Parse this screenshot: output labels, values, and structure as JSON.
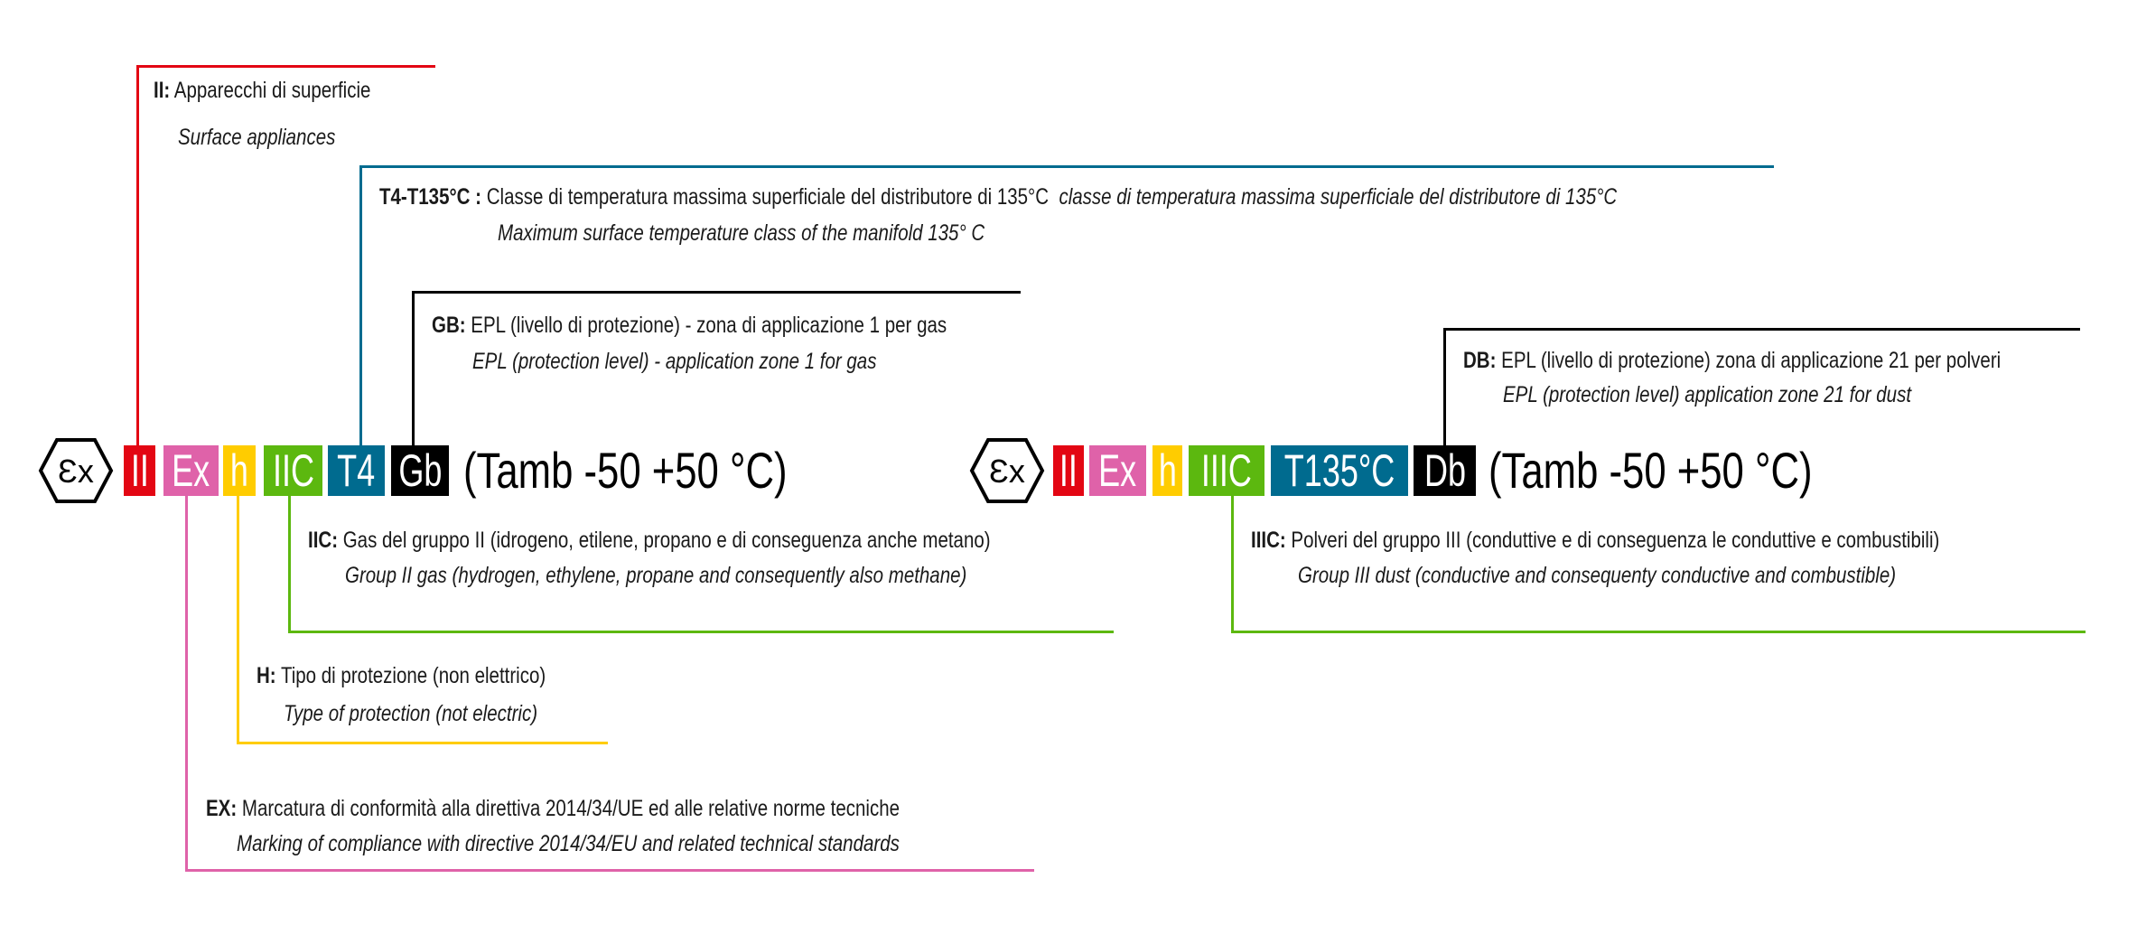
{
  "colors": {
    "red": "#e30613",
    "pink": "#df62a9",
    "yellow": "#ffcc00",
    "green": "#5cb80f",
    "blue": "#006b8f",
    "black": "#000000"
  },
  "marking_gas": {
    "logo": "Ɛx",
    "badges": [
      "II",
      "Ex",
      "h",
      "IIC",
      "T4",
      "Gb"
    ],
    "tamb": "(Tamb -50 +50 °C)"
  },
  "marking_dust": {
    "logo": "Ɛx",
    "badges": [
      "II",
      "Ex",
      "h",
      "IIIC",
      "T135°C",
      "Db"
    ],
    "tamb": "(Tamb -50 +50 °C)"
  },
  "notes": {
    "ii": {
      "key": "II:",
      "it": "Apparecchi di superficie",
      "en": "Surface appliances"
    },
    "t4": {
      "key": "T4-T135°C :",
      "it": "Classe di temperatura massima superficiale del distributore di 135°C",
      "it2": "classe di temperatura massima superficiale del distributore di 135°C",
      "en": "Maximum surface temperature class of the manifold 135° C"
    },
    "gb": {
      "key": "GB:",
      "it": "EPL (livello di protezione) - zona di applicazione 1 per gas",
      "en": "EPL (protection level) - application zone 1 for gas"
    },
    "db": {
      "key": "DB:",
      "it": "EPL (livello di protezione) zona di applicazione 21 per polveri",
      "en": "EPL (protection level) application zone 21 for dust"
    },
    "iic": {
      "key": "IIC:",
      "it": "Gas del gruppo II (idrogeno, etilene, propano e di conseguenza anche metano)",
      "en": "Group II gas (hydrogen, ethylene, propane and consequently also methane)"
    },
    "iiic": {
      "key": "IIIC:",
      "it": "Polveri del gruppo III (conduttive e di conseguenza le conduttive e combustibili)",
      "en": "Group III dust (conductive and consequenty conductive and combustible)"
    },
    "h": {
      "key": "H:",
      "it": "Tipo di protezione (non elettrico)",
      "en": "Type of protection (not electric)"
    },
    "ex": {
      "key": "EX:",
      "it": "Marcatura di conformità alla direttiva 2014/34/UE ed alle relative norme tecniche",
      "en": "Marking of compliance with directive 2014/34/EU and related technical standards"
    }
  }
}
